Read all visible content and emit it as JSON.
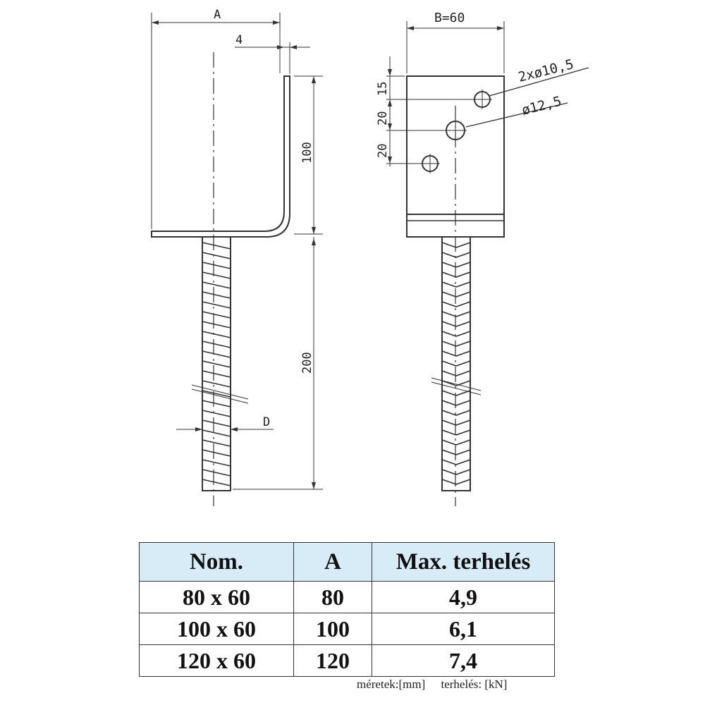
{
  "drawing": {
    "labels": {
      "dim_a": "A",
      "dim_thickness": "4",
      "dim_height": "100",
      "dim_rod_length": "200",
      "dim_d": "D",
      "dim_b": "B=60",
      "hole_small": "2xø10,5",
      "hole_large": "ø12,5",
      "dim_15": "15",
      "dim_20_top": "20",
      "dim_20_bottom": "20"
    }
  },
  "table": {
    "headers": [
      "Nom.",
      "A",
      "Max. terhelés"
    ],
    "rows": [
      [
        "80 x 60",
        "80",
        "4,9"
      ],
      [
        "100 x 60",
        "100",
        "6,1"
      ],
      [
        "120 x 60",
        "120",
        "7,4"
      ]
    ],
    "header_color": "#d7ecf7"
  },
  "units": {
    "dimensions": "méretek:[mm]",
    "load": "terhelés: [kN]"
  }
}
